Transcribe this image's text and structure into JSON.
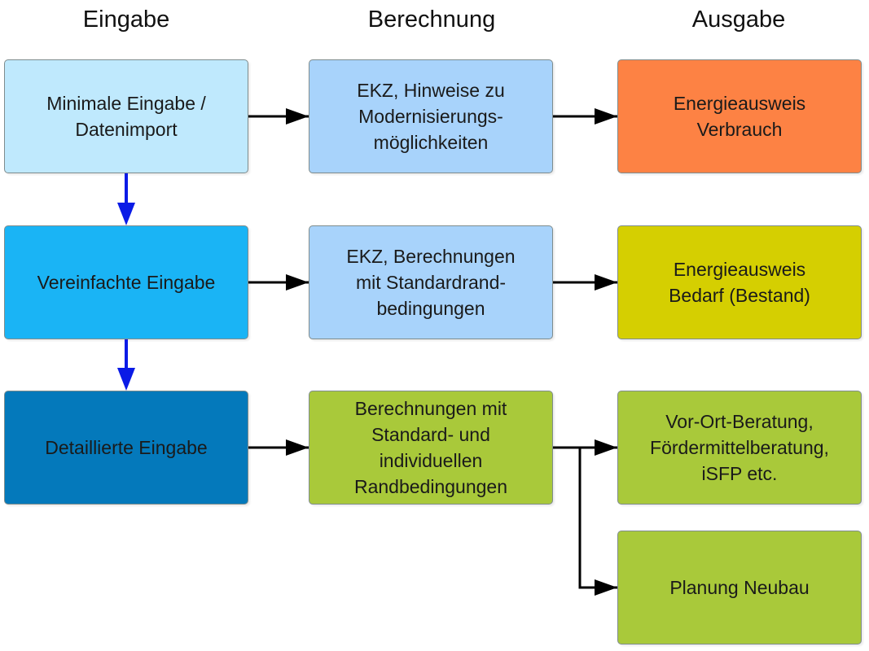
{
  "headers": {
    "input": "Eingabe",
    "calculation": "Berechnung",
    "output": "Ausgabe"
  },
  "nodes": {
    "min_input": "Minimale Eingabe /\nDatenimport",
    "simple_input": "Vereinfachte Eingabe",
    "detailed_input": "Detaillierte Eingabe",
    "calc_ekz_hints": "EKZ, Hinweise zu\nModernisierungs-\nmöglichkeiten",
    "calc_ekz_standard": "EKZ, Berechnungen\nmit Standardrand-\nbedingungen",
    "calc_individual": "Berechnungen mit\nStandard- und\nindividuellen\nRandbedingungen",
    "out_consumption": "Energieausweis\nVerbrauch",
    "out_demand": "Energieausweis\nBedarf (Bestand)",
    "out_consulting": "Vor-Ort-Beratung,\nFördermittelberatung,\niSFP etc.",
    "out_newbuild": "Planung Neubau"
  },
  "colors": {
    "min_input": "#bfe9fd",
    "simple_input": "#1ab4f5",
    "detailed_input": "#0479bb",
    "calc_blue": "#a8d3fb",
    "calc_green": "#a9c93a",
    "out_consumption": "#fd8244",
    "out_demand": "#d5cf01",
    "out_green": "#a9c93a",
    "arrow_black": "#000000",
    "arrow_blue": "#0a1be6"
  },
  "edges": [
    {
      "from": "min_input",
      "to": "calc_ekz_hints",
      "color": "black"
    },
    {
      "from": "calc_ekz_hints",
      "to": "out_consumption",
      "color": "black"
    },
    {
      "from": "simple_input",
      "to": "calc_ekz_standard",
      "color": "black"
    },
    {
      "from": "calc_ekz_standard",
      "to": "out_demand",
      "color": "black"
    },
    {
      "from": "detailed_input",
      "to": "calc_individual",
      "color": "black"
    },
    {
      "from": "calc_individual",
      "to": "out_consulting",
      "color": "black"
    },
    {
      "from": "calc_individual",
      "to": "out_newbuild",
      "color": "black"
    },
    {
      "from": "min_input",
      "to": "simple_input",
      "color": "blue"
    },
    {
      "from": "simple_input",
      "to": "detailed_input",
      "color": "blue"
    }
  ]
}
